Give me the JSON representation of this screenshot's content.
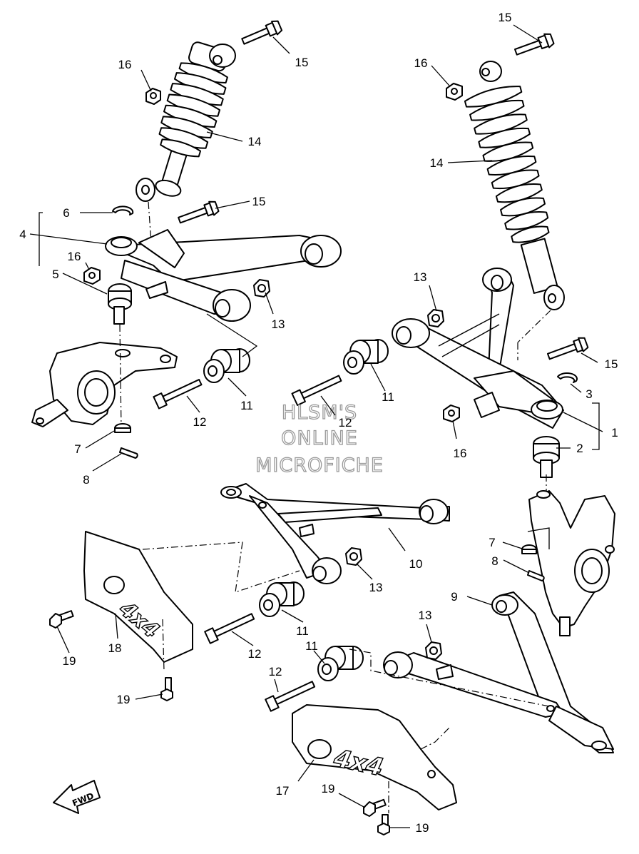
{
  "watermark": {
    "line1": "HLSM'S",
    "line2": "ONLINE",
    "line3": "MICROFICHE"
  },
  "fwd_label": "FWD",
  "decal_text": "4x4",
  "callouts": {
    "c1": "1",
    "c2": "2",
    "c3": "3",
    "c4": "4",
    "c5": "5",
    "c6": "6",
    "c7a": "7",
    "c7b": "7",
    "c8a": "8",
    "c8b": "8",
    "c9": "9",
    "c10": "10",
    "c11a": "11",
    "c11b": "11",
    "c11c": "11",
    "c11d": "11",
    "c12a": "12",
    "c12b": "12",
    "c12c": "12",
    "c12d": "12",
    "c13a": "13",
    "c13b": "13",
    "c13c": "13",
    "c13d": "13",
    "c14a": "14",
    "c14b": "14",
    "c15a": "15",
    "c15b": "15",
    "c15c": "15",
    "c15d": "15",
    "c16a": "16",
    "c16b": "16",
    "c16c": "16",
    "c16d": "16",
    "c17": "17",
    "c18": "18",
    "c19a": "19",
    "c19b": "19",
    "c19c": "19",
    "c19d": "19"
  }
}
